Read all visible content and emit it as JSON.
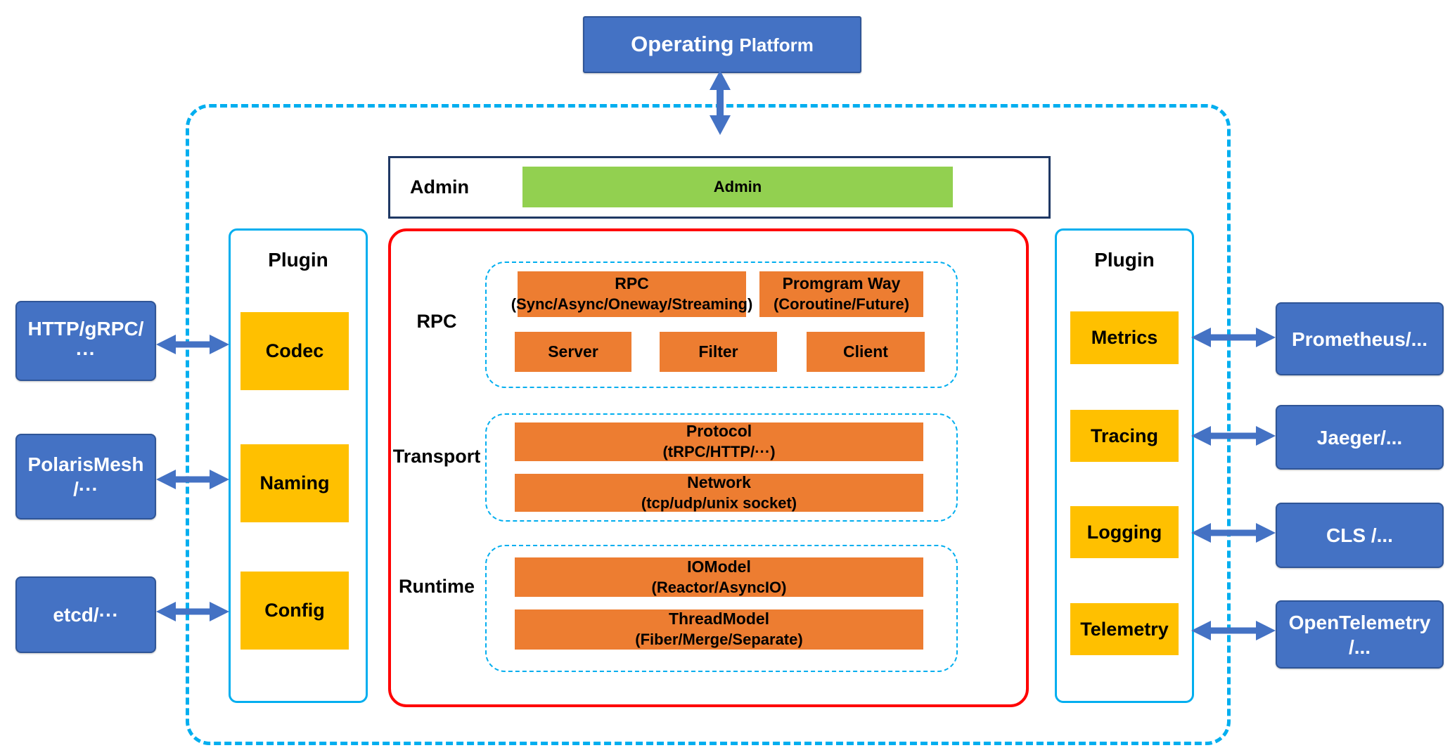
{
  "top": {
    "title_main": "Operating",
    "title_sub": "Platform"
  },
  "admin": {
    "section_label": "Admin",
    "module_label": "Admin"
  },
  "core": {
    "rpc": {
      "label": "RPC",
      "main": {
        "title": "RPC",
        "sub": "(Sync/Async/Oneway/Streaming)"
      },
      "way": {
        "title": "Promgram Way",
        "sub": "(Coroutine/Future)"
      },
      "server": "Server",
      "filter": "Filter",
      "client": "Client"
    },
    "transport": {
      "label": "Transport",
      "protocol": {
        "title": "Protocol",
        "sub": "(tRPC/HTTP/···)"
      },
      "network": {
        "title": "Network",
        "sub": "(tcp/udp/unix socket)"
      }
    },
    "runtime": {
      "label": "Runtime",
      "iomodel": {
        "title": "IOModel",
        "sub": "(Reactor/AsyncIO)"
      },
      "threadmodel": {
        "title": "ThreadModel",
        "sub": "(Fiber/Merge/Separate)"
      }
    }
  },
  "plugins_left": {
    "title": "Plugin",
    "items": [
      "Codec",
      "Naming",
      "Config"
    ]
  },
  "plugins_right": {
    "title": "Plugin",
    "items": [
      "Metrics",
      "Tracing",
      "Logging",
      "Telemetry"
    ]
  },
  "external_left": [
    {
      "line1": "HTTP/gRPC/",
      "line2": "···"
    },
    {
      "line1": "PolarisMesh",
      "line2": "/···"
    },
    {
      "line1": "etcd/···"
    }
  ],
  "external_right": [
    {
      "line1": "Prometheus/..."
    },
    {
      "line1": "Jaeger/..."
    },
    {
      "line1": "CLS /..."
    },
    {
      "line1": "OpenTelemetry",
      "line2": "/..."
    }
  ],
  "colors": {
    "blue": "#4472C4",
    "orange": "#ED7D31",
    "yellow": "#FFC000",
    "green": "#92D050",
    "cyan": "#00AEEF",
    "red": "#FF0000",
    "navy": "#1F3864"
  }
}
